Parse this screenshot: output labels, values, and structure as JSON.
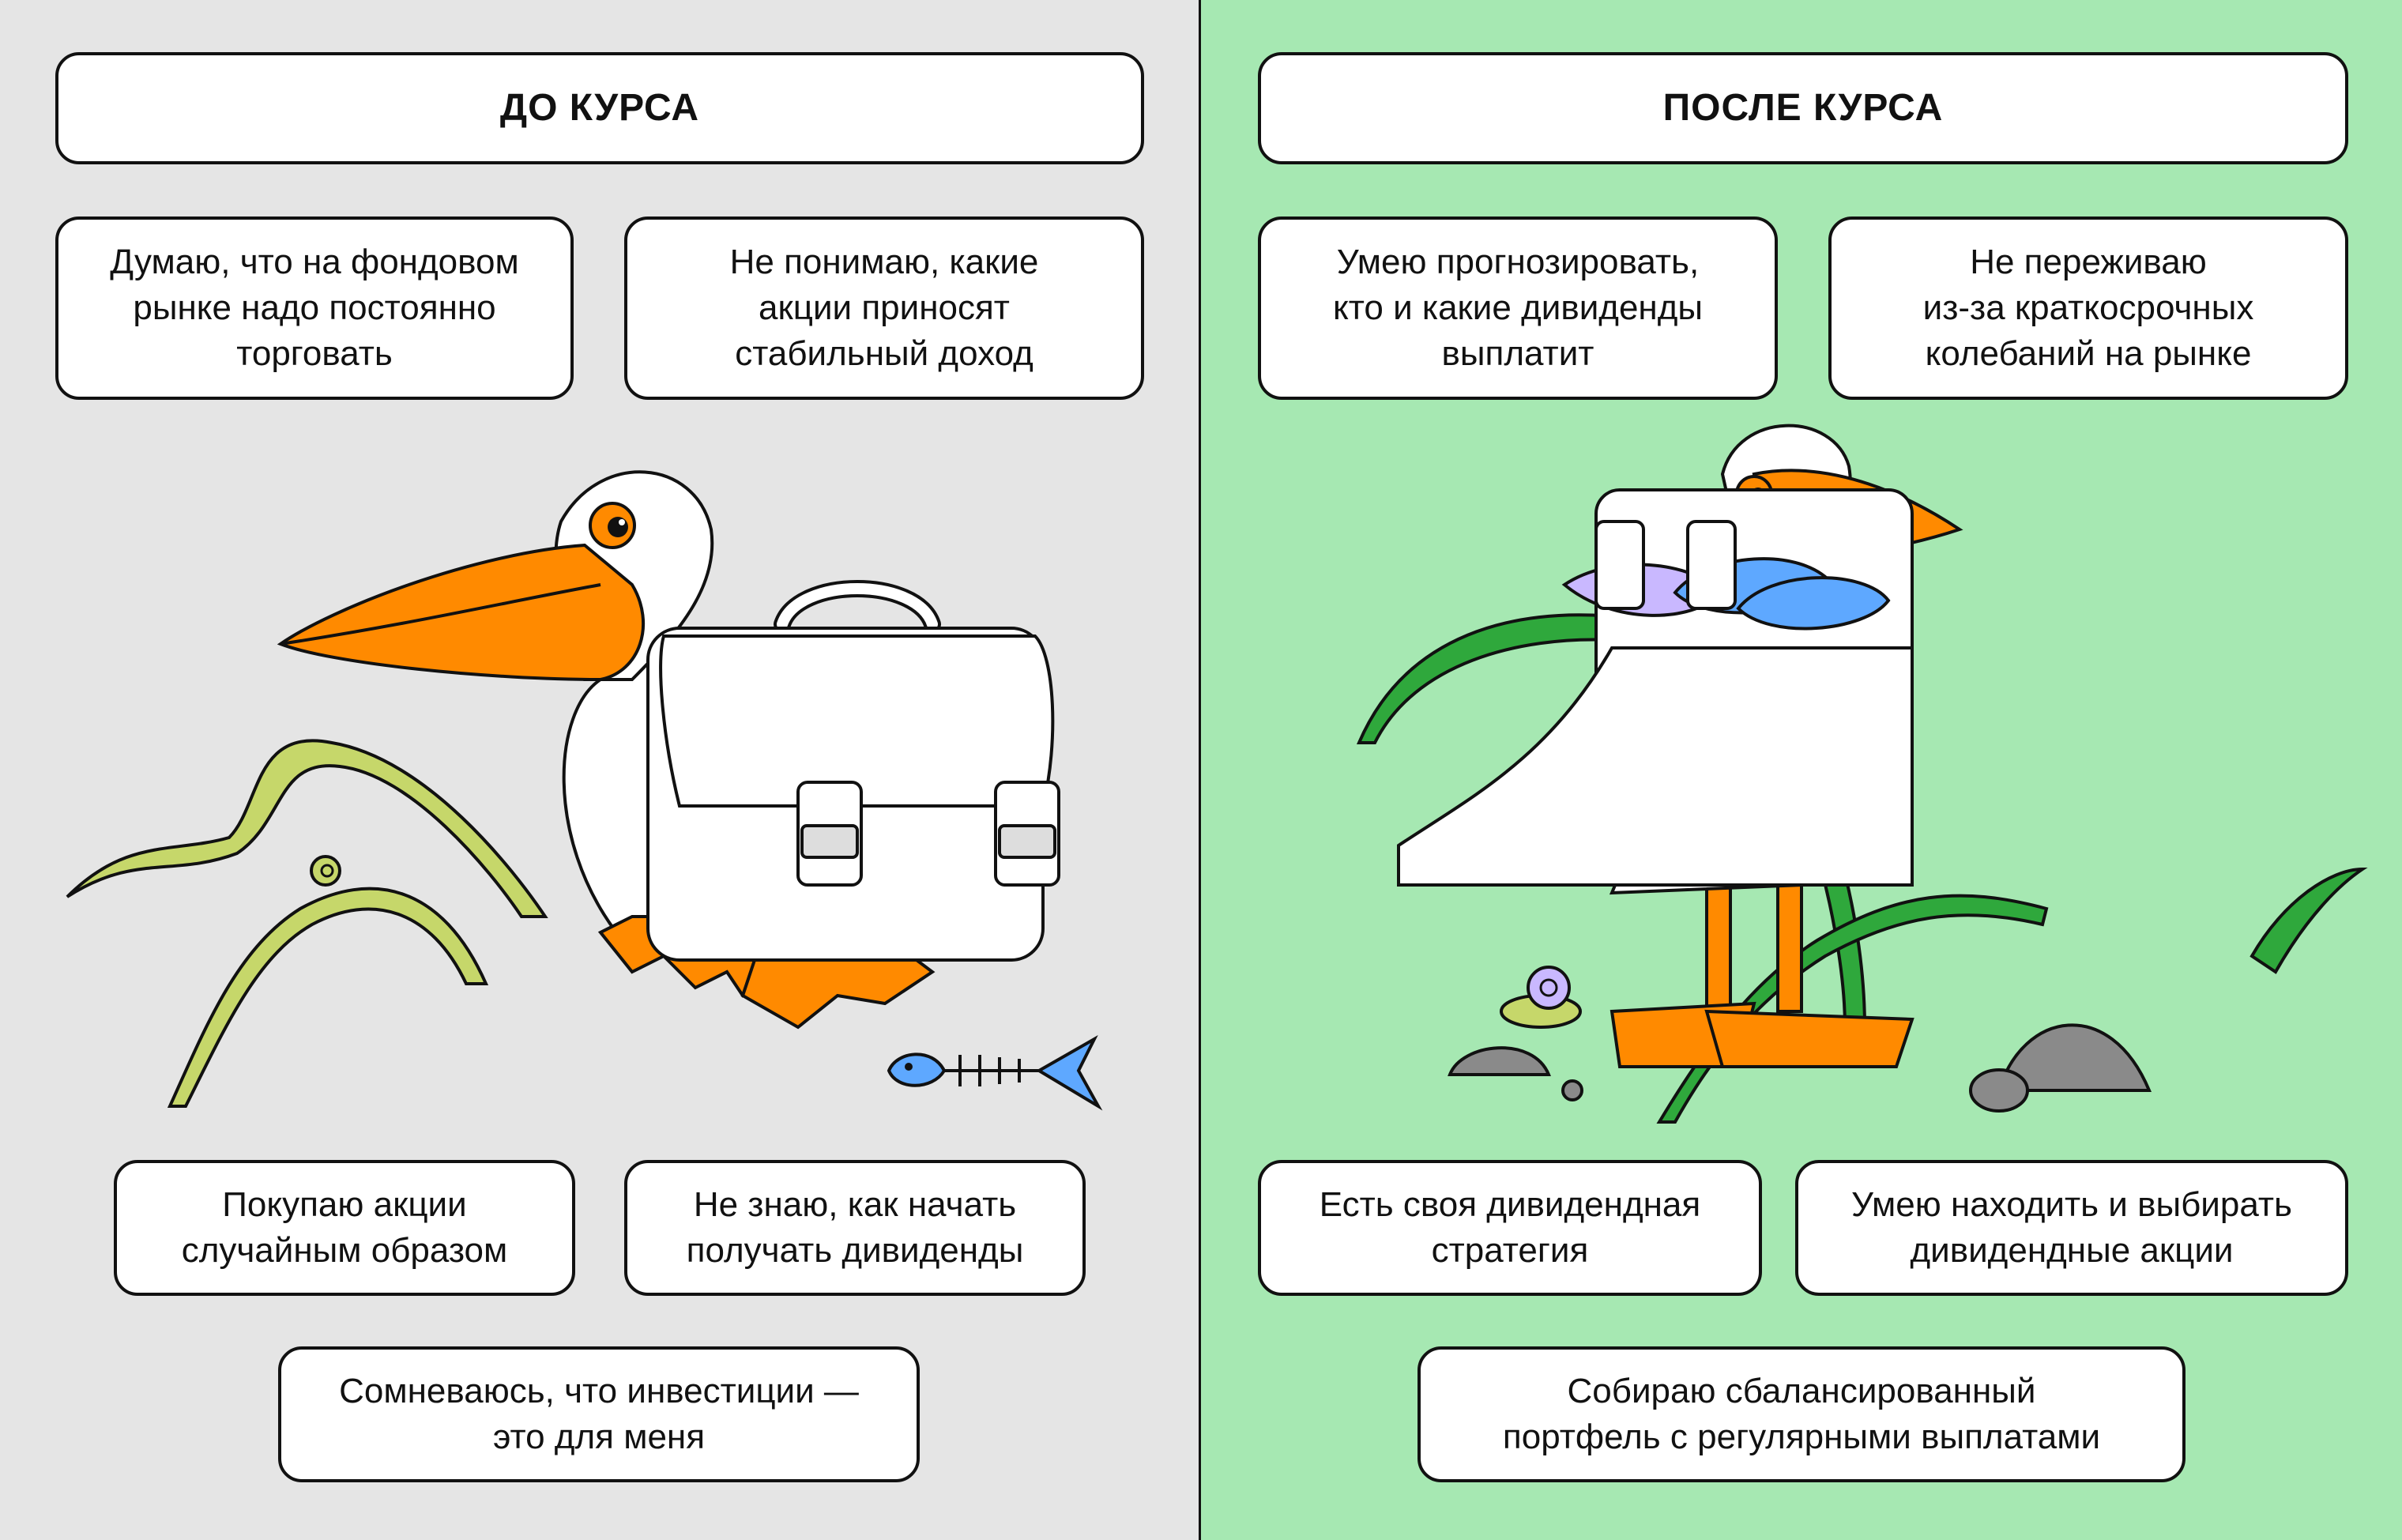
{
  "before": {
    "title": "ДО КУРСА",
    "items": [
      "Думаю, что на фондовом\nрынке надо постоянно\nторговать",
      "Не понимаю, какие\nакции приносят\nстабильный доход",
      "Покупаю акции\nслучайным образом",
      "Не знаю, как начать\nполучать дивиденды",
      "Сомневаюсь, что инвестиции —\nэто для меня"
    ]
  },
  "after": {
    "title": "ПОСЛЕ КУРСА",
    "items": [
      "Умею прогнозировать,\nкто и какие дивиденды\nвыплатит",
      "Не переживаю\nиз-за краткосрочных\nколебаний на рынке",
      "Есть своя дивидендная\nстратегия",
      "Умею находить и выбирать\nдивидендные акции",
      "Собираю сбалансированный\nпортфель с регулярными выплатами"
    ]
  },
  "colors": {
    "left_background": "#e5e5e5",
    "right_background": "#a6e8b2",
    "beak": "#ff8a00",
    "fish_blue": "#5ea8ff",
    "fish_lilac": "#c9b8ff",
    "seaweed_light": "#c6d76a",
    "seaweed_dark": "#2fa83c",
    "stone": "#8a8a8a"
  },
  "illustrations": {
    "left": "pelican-with-empty-satchel",
    "right": "pelican-with-satchel-full-of-fish"
  }
}
